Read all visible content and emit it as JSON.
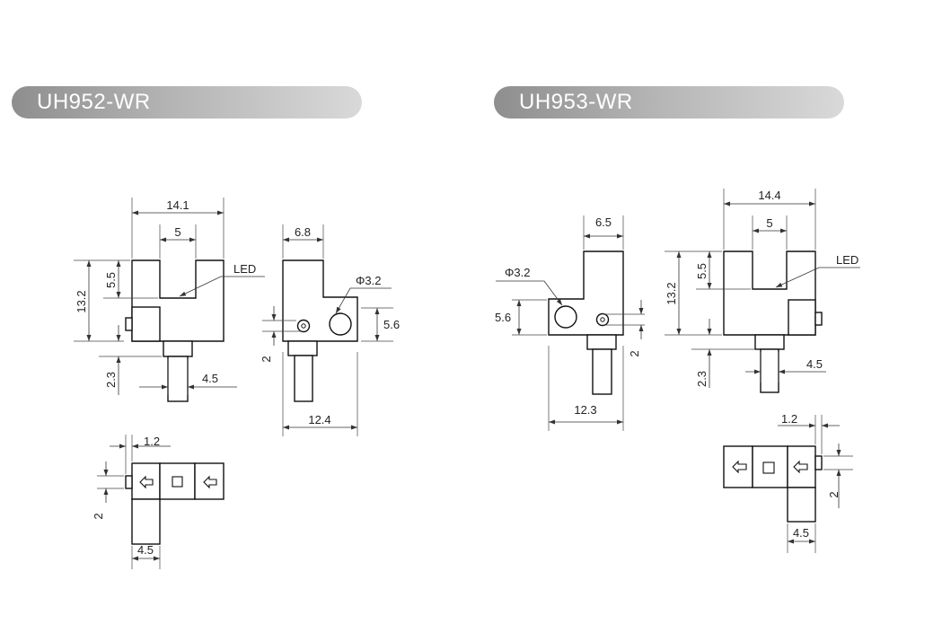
{
  "models": [
    {
      "name": "UH952-WR",
      "front": {
        "width": "14.1",
        "slot": "5",
        "height": "13.2",
        "slot_depth": "5.5",
        "lead_offset": "2.3",
        "lead_width": "4.5",
        "led": "LED"
      },
      "side": {
        "top_width": "6.8",
        "hole": "Φ3.2",
        "hole_height": "5.6",
        "led_offset": "2",
        "total_width": "12.4"
      },
      "bottom": {
        "offset": "1.2",
        "led_offset": "2",
        "lead_width": "4.5"
      }
    },
    {
      "name": "UH953-WR",
      "front": {
        "width": "14.4",
        "slot": "5",
        "height": "13.2",
        "slot_depth": "5.5",
        "lead_offset": "2.3",
        "lead_width": "4.5",
        "led": "LED"
      },
      "side": {
        "top_width": "6.5",
        "hole": "Φ3.2",
        "hole_height": "5.6",
        "led_offset": "2",
        "total_width": "12.3"
      },
      "bottom": {
        "offset": "1.2",
        "led_offset": "2",
        "lead_width": "4.5"
      }
    }
  ],
  "icons": {
    "arrow": "left-arrow-icon",
    "square": "square-icon"
  }
}
